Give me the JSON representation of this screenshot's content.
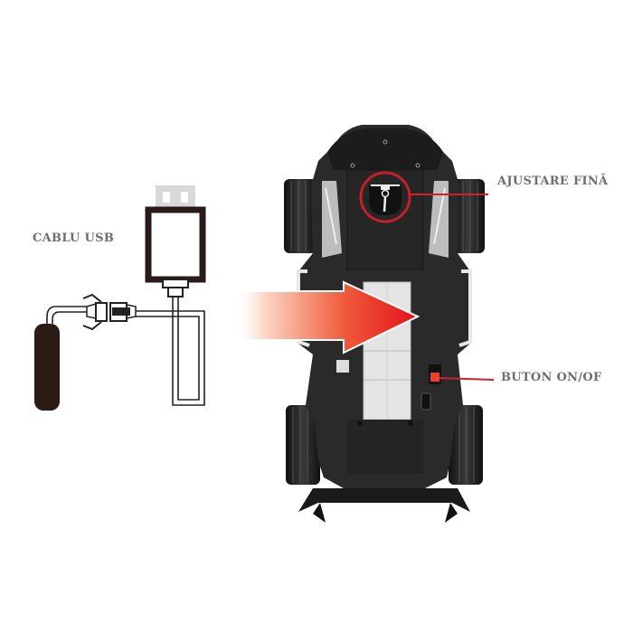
{
  "labels": {
    "usb_cable": "CABLU USB",
    "fine_adjust": "AJUSTARE FINĂ",
    "power_button": "BUTON ON/OF"
  },
  "colors": {
    "label_text": "#6e6e6e",
    "callout_line": "#d0202a",
    "arrow_start": "#fde6dc",
    "arrow_end": "#e3121a",
    "chassis": "#2a2a2a",
    "switch": "#e8412e"
  }
}
